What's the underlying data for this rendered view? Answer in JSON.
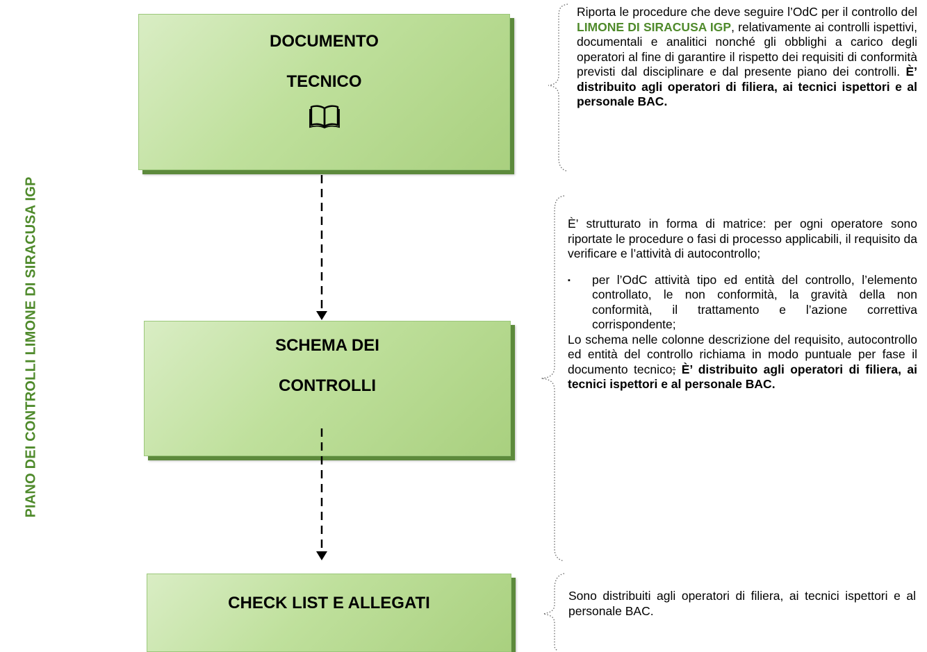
{
  "side_title": "PIANO DEI  CONTROLLI LIMONE DI SIRACUSA IGP",
  "boxes": [
    {
      "line1": "DOCUMENTO",
      "line2": "TECNICO",
      "icon": "open-book-icon"
    },
    {
      "line1": "SCHEMA DEI",
      "line2": "CONTROLLI"
    },
    {
      "line1": "CHECK LIST E ALLEGATI"
    }
  ],
  "desc1": {
    "part1": "Riporta le procedure che deve seguire l’OdC per il controllo del ",
    "highlight": "LIMONE DI SIRACUSA IGP",
    "part2": ", relativamente ai controlli ispettivi, documentali e analitici nonché gli obblighi a carico degli operatori al fine di garantire il rispetto dei requisiti di conformità previsti dal disciplinare e dal presente piano dei controlli. ",
    "bold": "È’ distribuito agli operatori di filiera, ai tecnici ispettori e al personale BAC."
  },
  "desc2": {
    "para1": "È’ strutturato in forma di matrice: per ogni operatore sono riportate le procedure o fasi di processo applicabili, il requisito da verificare e l’attività di autocontrollo;",
    "bullet_mark": "▪",
    "bullet": "per l’OdC attività tipo ed entità del controllo, l’elemento controllato, le non conformità, la gravità della non conformità, il trattamento e l’azione correttiva corrispondente;",
    "para3": "Lo schema nelle colonne descrizione del requisito, autocontrollo ed entità del controllo richiama in modo puntuale per fase il documento tecnico",
    "struck": ";",
    "bold": " È’ distribuito agli operatori di filiera, ai tecnici ispettori e al personale BAC."
  },
  "desc3": {
    "text": "Sono distribuiti agli operatori di filiera, ai tecnici ispettori e al personale BAC."
  },
  "colors": {
    "title_green": "#4f8a2b",
    "box_fill": "#bfe09c",
    "box_shadow": "#5d8a3c",
    "highlight_green": "#4f8a2b"
  }
}
